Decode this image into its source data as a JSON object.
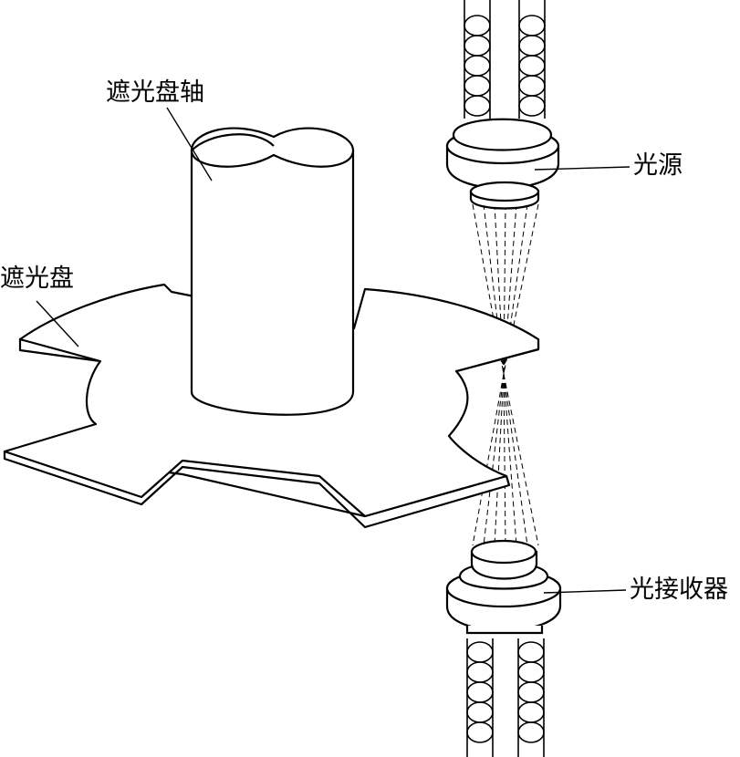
{
  "labels": {
    "shaft": "遮光盘轴",
    "disk": "遮光盘",
    "light_source": "光源",
    "light_receiver": "光接收器"
  },
  "colors": {
    "stroke": "#000000",
    "fill": "#ffffff"
  }
}
